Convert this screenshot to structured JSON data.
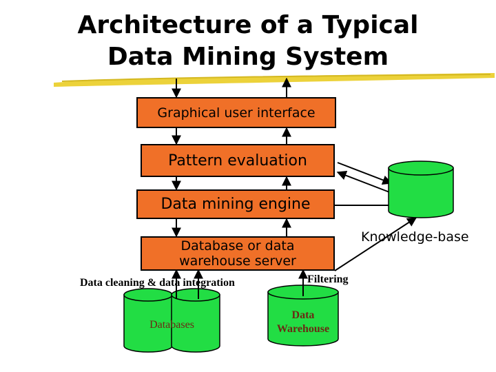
{
  "title": {
    "line1": "Architecture of a Typical",
    "line2": "Data Mining System"
  },
  "boxes": {
    "gui": "Graphical user interface",
    "pattern_evaluation": "Pattern evaluation",
    "mining_engine": "Data mining engine",
    "db_server_line1": "Database or data",
    "db_server_line2": "warehouse server"
  },
  "labels": {
    "cleaning": "Data cleaning & data integration",
    "filtering": "Filtering",
    "knowledge_base": "Knowledge-base"
  },
  "stores": {
    "databases": "Databases",
    "warehouse_line1": "Data",
    "warehouse_line2": "Warehouse"
  },
  "colors": {
    "box_fill": "#f07028",
    "cylinder_fill": "#22dd44",
    "underline": "#ecd23a"
  }
}
